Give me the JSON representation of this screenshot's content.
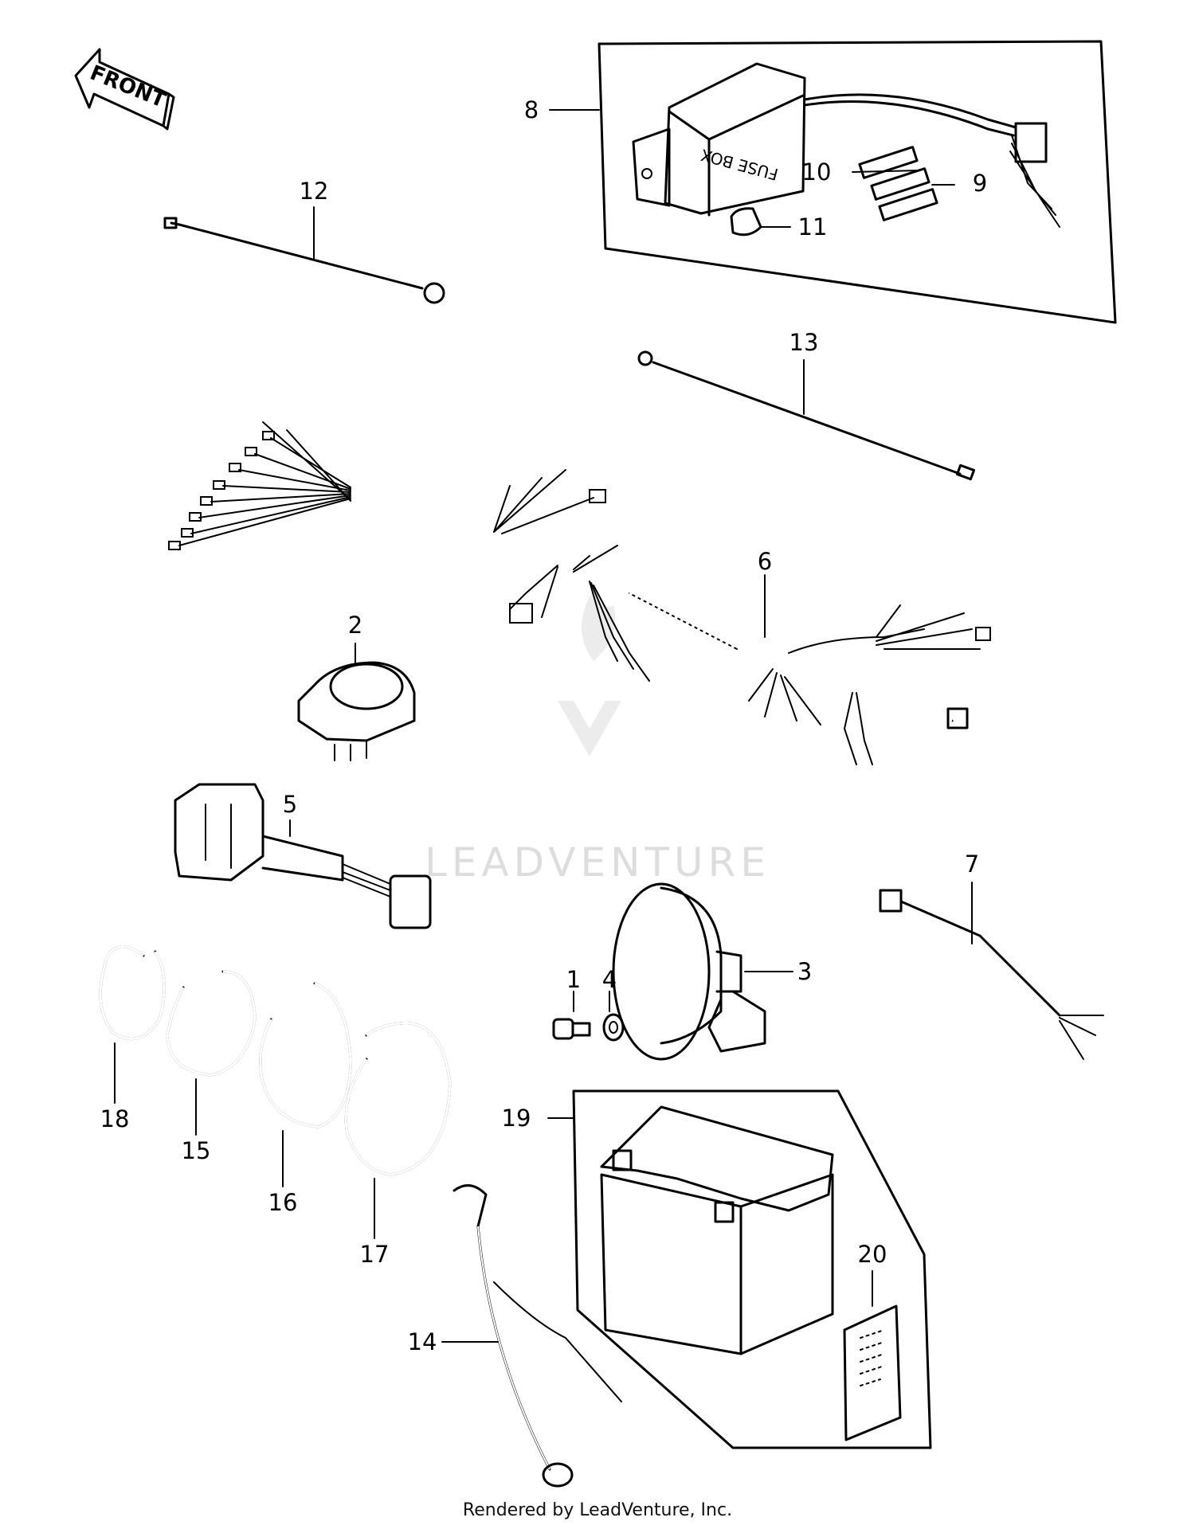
{
  "diagram": {
    "front_arrow_label": "FRONT",
    "fuse_box_label": "FUSE BOX",
    "watermark": "LEADVENTURE",
    "callouts": [
      "1",
      "2",
      "3",
      "4",
      "5",
      "6",
      "7",
      "8",
      "9",
      "10",
      "11",
      "12",
      "13",
      "14",
      "15",
      "16",
      "17",
      "18",
      "19",
      "20"
    ]
  },
  "footer": {
    "text": "Rendered by LeadVenture, Inc."
  },
  "colors": {
    "ink": "#000000",
    "watermark": "#dddddd",
    "background": "#ffffff"
  }
}
